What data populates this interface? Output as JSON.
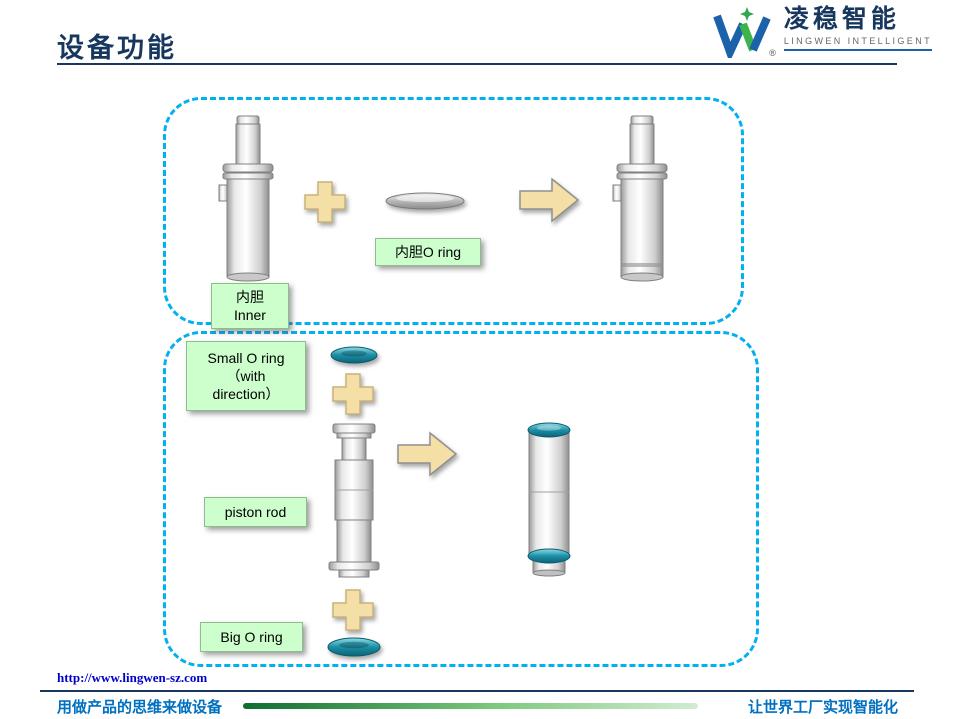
{
  "header": {
    "title": "设备功能",
    "logo": {
      "brand": "凌稳智能",
      "subtitle": "LINGWEN INTELLIGENT",
      "registered": "®"
    }
  },
  "diagram": {
    "top_section": {
      "oring_label": "内胆O ring",
      "inner_label_line1": "内胆",
      "inner_label_line2": "Inner"
    },
    "bottom_section": {
      "small_oring_line1": "Small O ring",
      "small_oring_line2": "（with",
      "small_oring_line3": "direction）",
      "piston_label": "piston rod",
      "big_oring_label": "Big O ring"
    }
  },
  "footer": {
    "url": "http://www.lingwen-sz.com",
    "slogan_left": "用做产品的思维来做设备",
    "slogan_right": "让世界工厂实现智能化"
  },
  "colors": {
    "dashed_border": "#00B0F0",
    "label_bg": "#CCFFCC",
    "plus_arrow_fill": "#F4DFA7",
    "teal_ring": "#1B8FA6",
    "title_navy": "#17375E",
    "footer_blue": "#0070C0",
    "logo_blue": "#1B62AB",
    "logo_green": "#3CB44A"
  }
}
